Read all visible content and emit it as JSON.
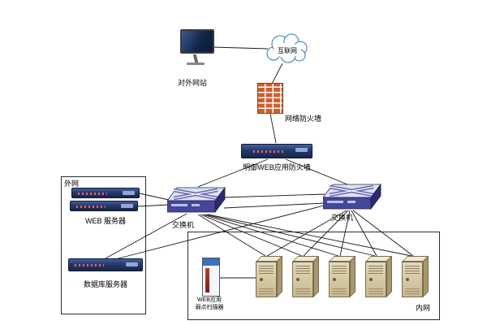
{
  "nodes": {
    "external_site": {
      "label": "对外网站"
    },
    "internet": {
      "label": "互联网"
    },
    "network_firewall": {
      "label": "网络防火墙"
    },
    "web_app_firewall": {
      "label": "明御WEB应用防火墙"
    },
    "switch_left": {
      "label": "交换机"
    },
    "switch_right": {
      "label": "交换机"
    },
    "web_server": {
      "label": "WEB 服务器"
    },
    "db_server": {
      "label": "数据库服务器"
    },
    "scanner": {
      "label": "WEB应用弱点扫描器"
    }
  },
  "zones": {
    "outer": {
      "label": "外网"
    },
    "inner": {
      "label": "内网",
      "tower_count": 5
    }
  },
  "colors": {
    "line": "#1a1a1a",
    "firewall_brick": "#cf5f2e",
    "appliance_navy": "#24396b",
    "switch_purple": "#46469a",
    "tower_tan": "#d5c8a4",
    "cloud_stroke": "#2e75b6"
  },
  "edges": [
    [
      262,
      58,
      330,
      60
    ],
    [
      348,
      78,
      335,
      103
    ],
    [
      333,
      140,
      340,
      176
    ],
    [
      330,
      196,
      244,
      230
    ],
    [
      352,
      196,
      428,
      227
    ],
    [
      276,
      243,
      400,
      239
    ],
    [
      276,
      256,
      400,
      250
    ],
    [
      172,
      238,
      208,
      246
    ],
    [
      170,
      254,
      208,
      252
    ],
    [
      130,
      318,
      230,
      263
    ],
    [
      142,
      319,
      399,
      253
    ],
    [
      244,
      264,
      327,
      315
    ],
    [
      247,
      264,
      372,
      315
    ],
    [
      250,
      264,
      417,
      315
    ],
    [
      253,
      264,
      462,
      315
    ],
    [
      256,
      264,
      507,
      315
    ],
    [
      427,
      259,
      329,
      315
    ],
    [
      429,
      259,
      374,
      315
    ],
    [
      431,
      259,
      419,
      315
    ],
    [
      433,
      259,
      464,
      315
    ],
    [
      435,
      259,
      509,
      315
    ],
    [
      271,
      342,
      315,
      342
    ]
  ]
}
